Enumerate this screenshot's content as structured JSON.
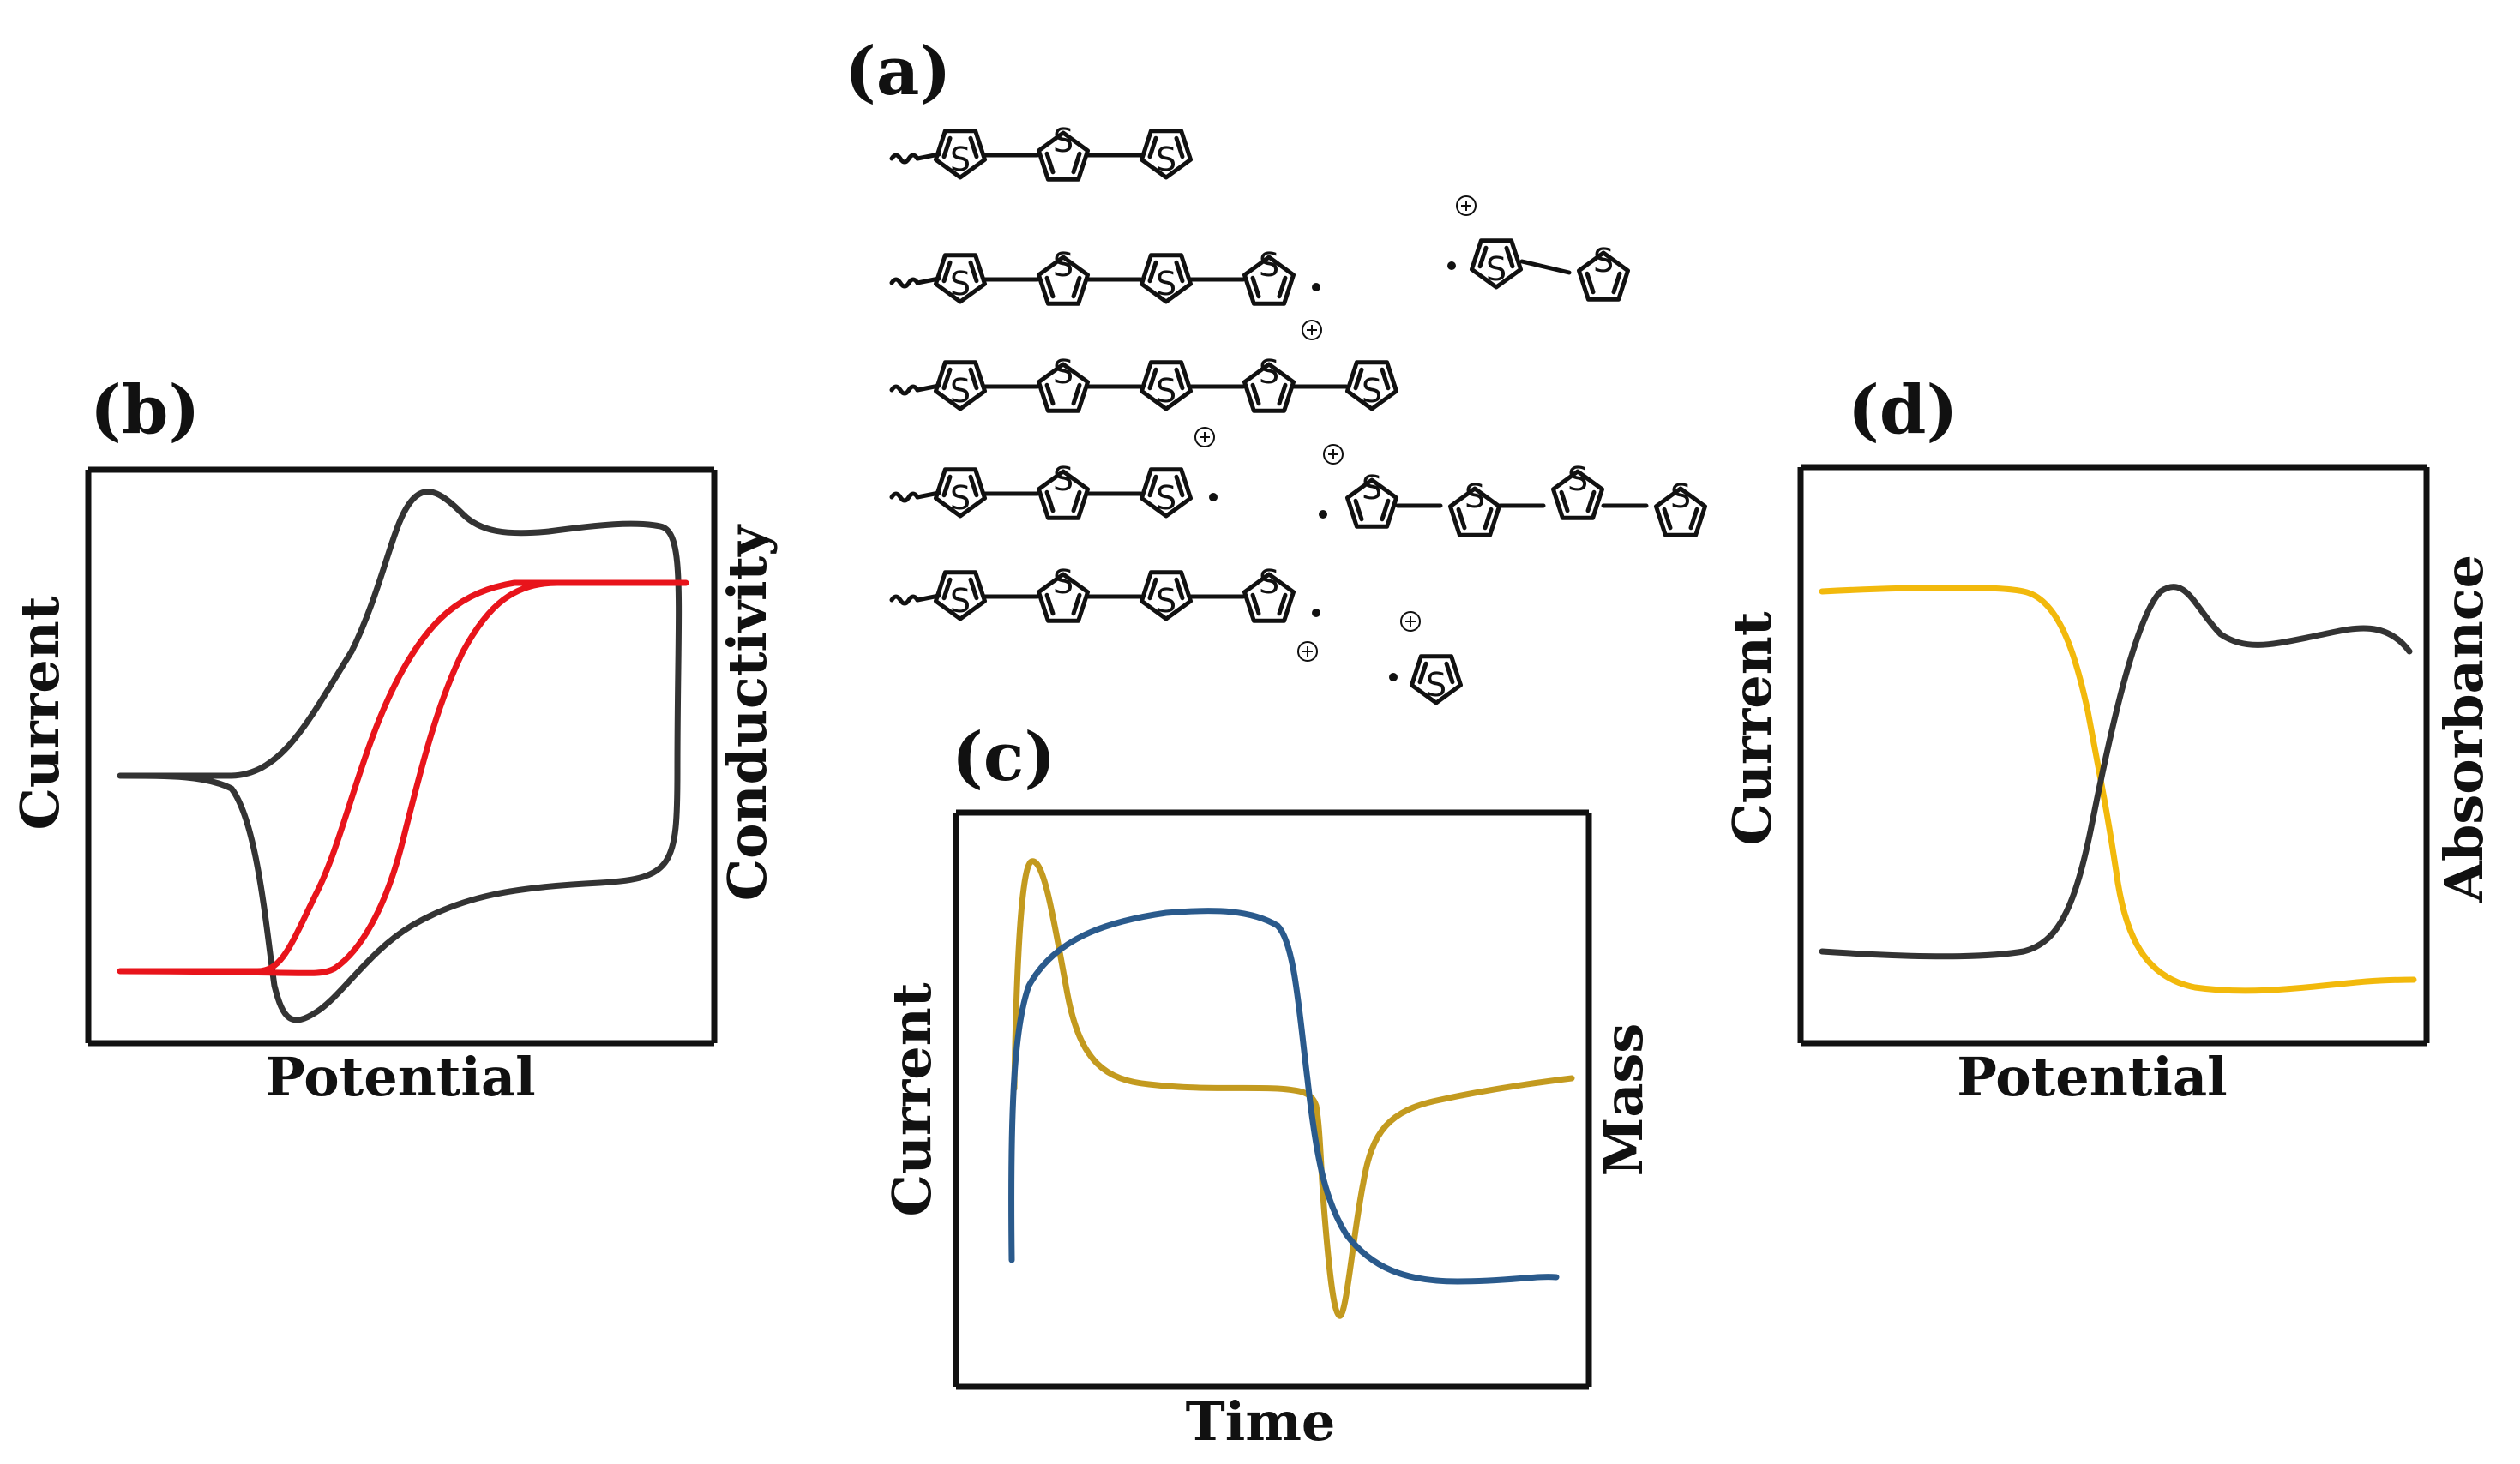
{
  "panels": {
    "a": {
      "label": "(a)",
      "sulfur": "S"
    },
    "b": {
      "label": "(b)",
      "x_label": "Potential",
      "y_label_left": "Current",
      "y_label_right": "Conductivity"
    },
    "c": {
      "label": "(c)",
      "x_label": "Time",
      "y_label_left": "Current",
      "y_label_right": "Mass"
    },
    "d": {
      "label": "(d)",
      "x_label": "Potential",
      "y_label_left": "Current",
      "y_label_right": "Absorbance"
    }
  },
  "colors": {
    "current": "#333333",
    "conductivity": "#e8141b",
    "current_c": "#c39a1f",
    "mass": "#2a5a8c",
    "absorbance": "#f2b90c"
  }
}
